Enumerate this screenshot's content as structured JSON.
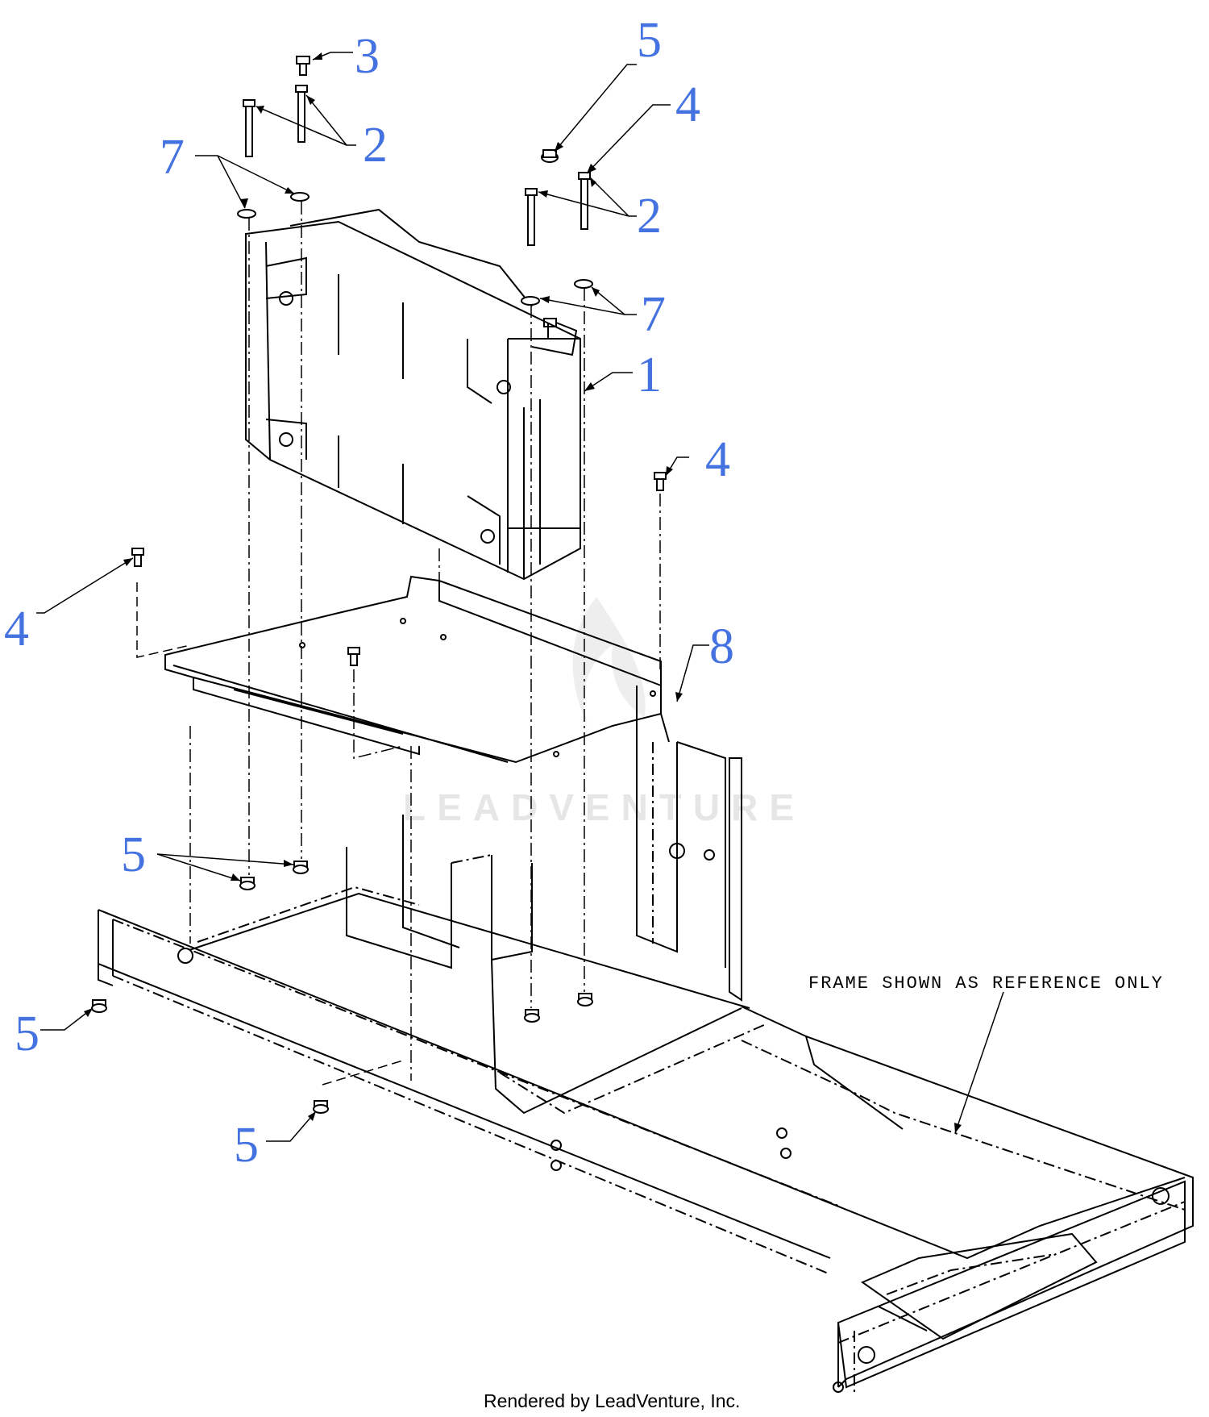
{
  "colors": {
    "callout": "#4472e0",
    "line": "#000000",
    "watermark": "#e6e6e6"
  },
  "callouts": [
    {
      "number": "1"
    },
    {
      "number": "2"
    },
    {
      "number": "2"
    },
    {
      "number": "3"
    },
    {
      "number": "4"
    },
    {
      "number": "4"
    },
    {
      "number": "4"
    },
    {
      "number": "5"
    },
    {
      "number": "5"
    },
    {
      "number": "5"
    },
    {
      "number": "5"
    },
    {
      "number": "7"
    },
    {
      "number": "7"
    },
    {
      "number": "8"
    }
  ],
  "note": "FRAME SHOWN AS REFERENCE ONLY",
  "watermark": "LEADVENTURE",
  "footer": "Rendered by LeadVenture, Inc."
}
